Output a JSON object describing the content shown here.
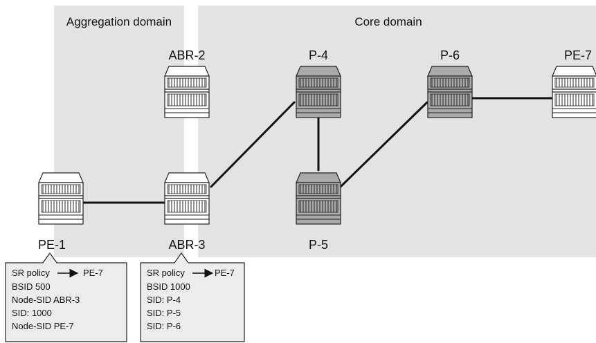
{
  "domains": {
    "aggregation": "Aggregation domain",
    "core": "Core domain"
  },
  "nodes": {
    "pe1": "PE-1",
    "abr2": "ABR-2",
    "abr3": "ABR-3",
    "p4": "P-4",
    "p5": "P-5",
    "p6": "P-6",
    "pe7": "PE-7"
  },
  "callouts": {
    "pe1": {
      "policy_prefix": "SR policy",
      "policy_target": "PE-7",
      "lines": [
        "BSID 500",
        "Node-SID ABR-3",
        "SID: 1000",
        "Node-SID PE-7"
      ]
    },
    "abr3": {
      "policy_prefix": "SR policy",
      "policy_target": "PE-7",
      "lines": [
        "BSID 1000",
        "SID: P-4",
        "SID: P-5",
        "SID: P-6"
      ]
    }
  },
  "colors": {
    "domain_shading": "#e3e3e3",
    "router_plain": "#ffffff",
    "router_core": "#a9a9a9",
    "callout_fill": "#ececec"
  }
}
